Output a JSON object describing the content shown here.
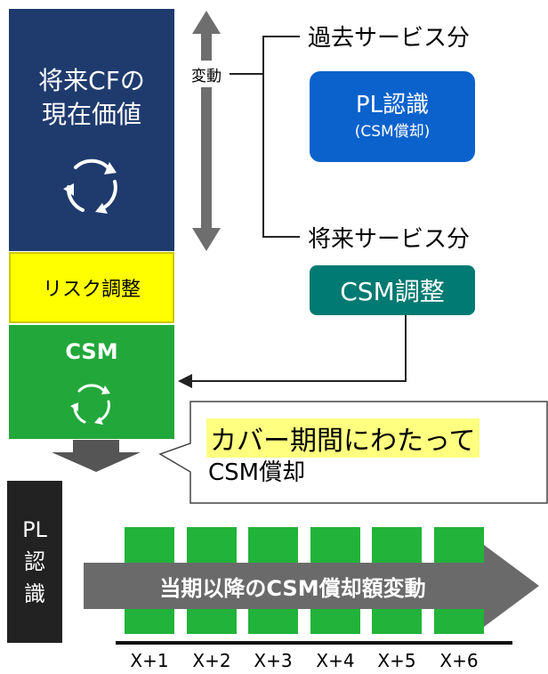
{
  "left_stack": {
    "pv_title": "将来CFの\n現在価値",
    "risk_label": "リスク調整",
    "csm_label": "CSM"
  },
  "variation": {
    "label": "変動"
  },
  "past": {
    "label": "過去サービス分",
    "box_main": "PL認識",
    "box_sub": "(CSM償却)"
  },
  "future": {
    "label": "将来サービス分",
    "box_main": "CSM調整"
  },
  "callout": {
    "line1": "カバー期間にわたって",
    "line2": "CSM償却"
  },
  "pl_column": {
    "lines": [
      "PL",
      "認",
      "識"
    ]
  },
  "timeline": {
    "arrow_label": "当期以降のCSM償却額変動",
    "periods": [
      "X+1",
      "X+2",
      "X+3",
      "X+4",
      "X+5",
      "X+6"
    ]
  },
  "colors": {
    "navy": "#1f3b6e",
    "yellow": "#ffff00",
    "green": "#22a83a",
    "blue": "#0b62cc",
    "teal": "#007a72",
    "dark": "#222222",
    "arrow_gray": "#6e6e6e"
  }
}
